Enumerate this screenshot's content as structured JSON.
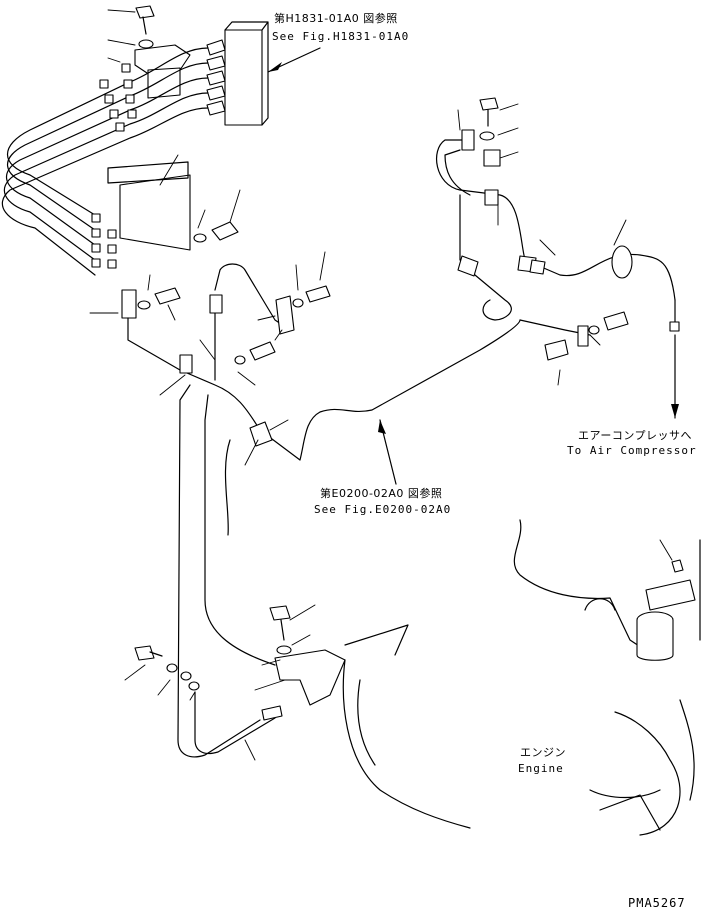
{
  "callouts": {
    "fig_h1831": {
      "ref_jp": "第H1831-01A0 図参照",
      "ref_en": "See Fig.H1831-01A0"
    },
    "fig_e0200": {
      "ref_jp": "第E0200-02A0 図参照",
      "ref_en": "See Fig.E0200-02A0"
    },
    "air_compressor": {
      "label_jp": "エアーコンプレッサへ",
      "label_en": "To Air Compressor"
    },
    "engine": {
      "label_jp": "エンジン",
      "label_en": "Engine"
    }
  },
  "drawing_code": "PMA5267"
}
